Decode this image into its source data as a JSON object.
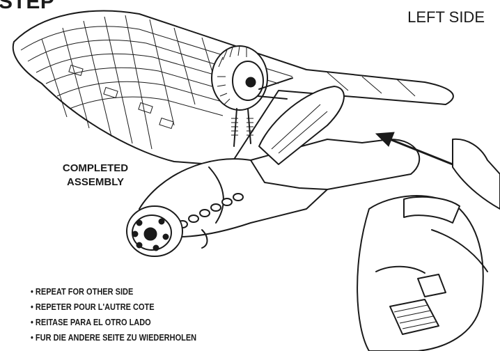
{
  "header": {
    "step_title": "STEP",
    "side_label": "LEFT SIDE"
  },
  "callout": {
    "line1": "COMPLETED",
    "line2": "ASSEMBLY"
  },
  "instructions": [
    "REPEAT FOR OTHER SIDE",
    "REPETER POUR L'AUTRE COTE",
    "REITASE PARA EL OTRO LADO",
    "FUR DIE ANDERE SEITE ZU WIEDERHOLEN"
  ],
  "colors": {
    "ink": "#1a1a1a",
    "paper": "#ffffff"
  }
}
